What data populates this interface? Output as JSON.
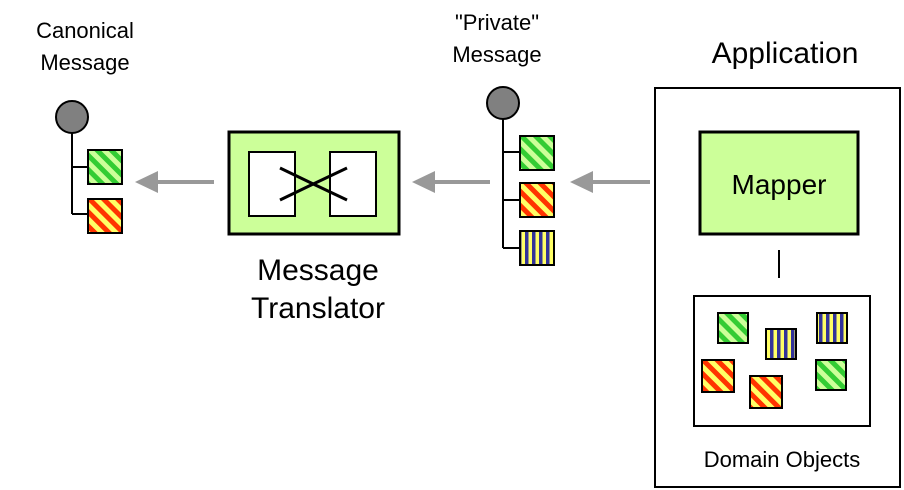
{
  "canonical": {
    "label_line1": "Canonical",
    "label_line2": "Message"
  },
  "private": {
    "label_line1": "\"Private\"",
    "label_line2": "Message"
  },
  "translator": {
    "label_line1": "Message",
    "label_line2": "Translator"
  },
  "application": {
    "title": "Application",
    "mapper_label": "Mapper",
    "domain_objects_label": "Domain Objects"
  },
  "colors": {
    "box_fill": "#ccff99",
    "arrow": "#999999",
    "node_fill": "#808080",
    "green_stripe_a": "#33cc33",
    "green_stripe_b": "#ccff99",
    "red_stripe_a": "#ff3300",
    "red_stripe_b": "#ffff66",
    "blue_stripe_a": "#333399",
    "blue_stripe_b": "#ffff66"
  },
  "icons": [
    "message-node-icon",
    "green-striped-block-icon",
    "red-striped-block-icon",
    "blue-striped-block-icon",
    "cross-icon"
  ]
}
